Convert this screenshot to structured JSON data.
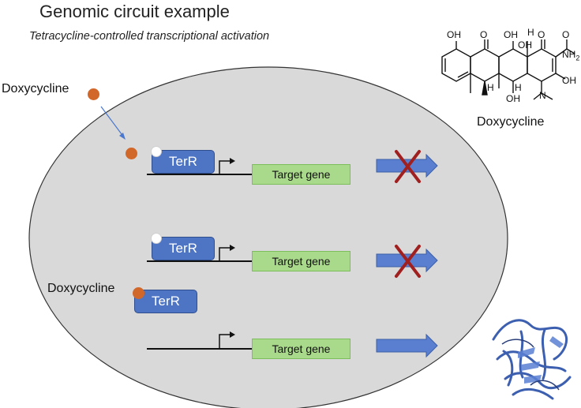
{
  "header": {
    "title": "Genomic circuit example",
    "subtitle": "Tetracycline-controlled transcriptional activation"
  },
  "molecule": {
    "caption": "Doxycycline",
    "atoms": {
      "oh1": "OH",
      "o1": "O",
      "oh2": "OH",
      "o2": "O",
      "h1": "H",
      "oh3": "OH",
      "o3": "O",
      "nh2": "NH",
      "nh2_sub": "2",
      "oh4": "OH",
      "h2": "H",
      "h3": "H",
      "oh5": "OH",
      "n": "N"
    }
  },
  "ligand_label_top": "Doxycycline",
  "ligand_label_mid": "Doxycycline",
  "repressor_label": "TerR",
  "gene_label": "Target gene",
  "colors": {
    "cell": "#d9d9d9",
    "repressor": "#4e74c4",
    "gene": "#a9d98a",
    "ligand": "#d2672a",
    "output_arrow": "#5b7fd0",
    "block_mark": "#a0201f"
  }
}
